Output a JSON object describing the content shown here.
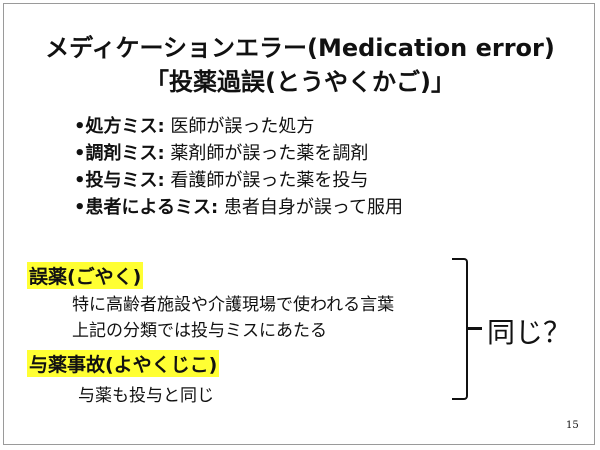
{
  "title": {
    "line1": "メディケーションエラー(Medication error)",
    "line2": "「投薬過誤(とうやくかご)」"
  },
  "bullets": [
    {
      "term": "•処方ミス:",
      "desc": " 医師が誤った処方"
    },
    {
      "term": "•調剤ミス:",
      "desc": " 薬剤師が誤った薬を調剤"
    },
    {
      "term": "•投与ミス:",
      "desc": " 看護師が誤った薬を投与"
    },
    {
      "term": "•患者によるミス:",
      "desc": " 患者自身が誤って服用"
    }
  ],
  "terms": [
    {
      "label": "誤薬(ごやく)",
      "notes": [
        "特に高齢者施設や介護現場で使われる言葉",
        "上記の分類では投与ミスにあたる"
      ]
    },
    {
      "label": "与薬事故(よやくじこ)",
      "notes": [
        "与薬も投与と同じ"
      ]
    }
  ],
  "same_question": "同じ？",
  "page_number": "15",
  "colors": {
    "highlight": "#ffff33"
  }
}
